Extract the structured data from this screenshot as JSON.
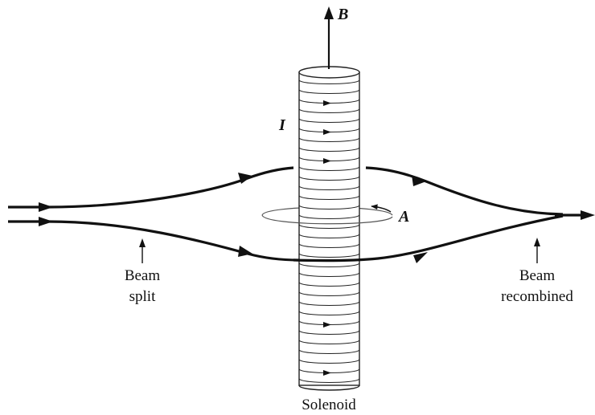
{
  "labels": {
    "field": "B",
    "current": "I",
    "potential": "A",
    "beam_split_line1": "Beam",
    "beam_split_line2": "split",
    "beam_recombined_line1": "Beam",
    "beam_recombined_line2": "recombined",
    "solenoid": "Solenoid"
  },
  "colors": {
    "ink": "#111111",
    "coil": "#222222",
    "loop": "#555555"
  }
}
